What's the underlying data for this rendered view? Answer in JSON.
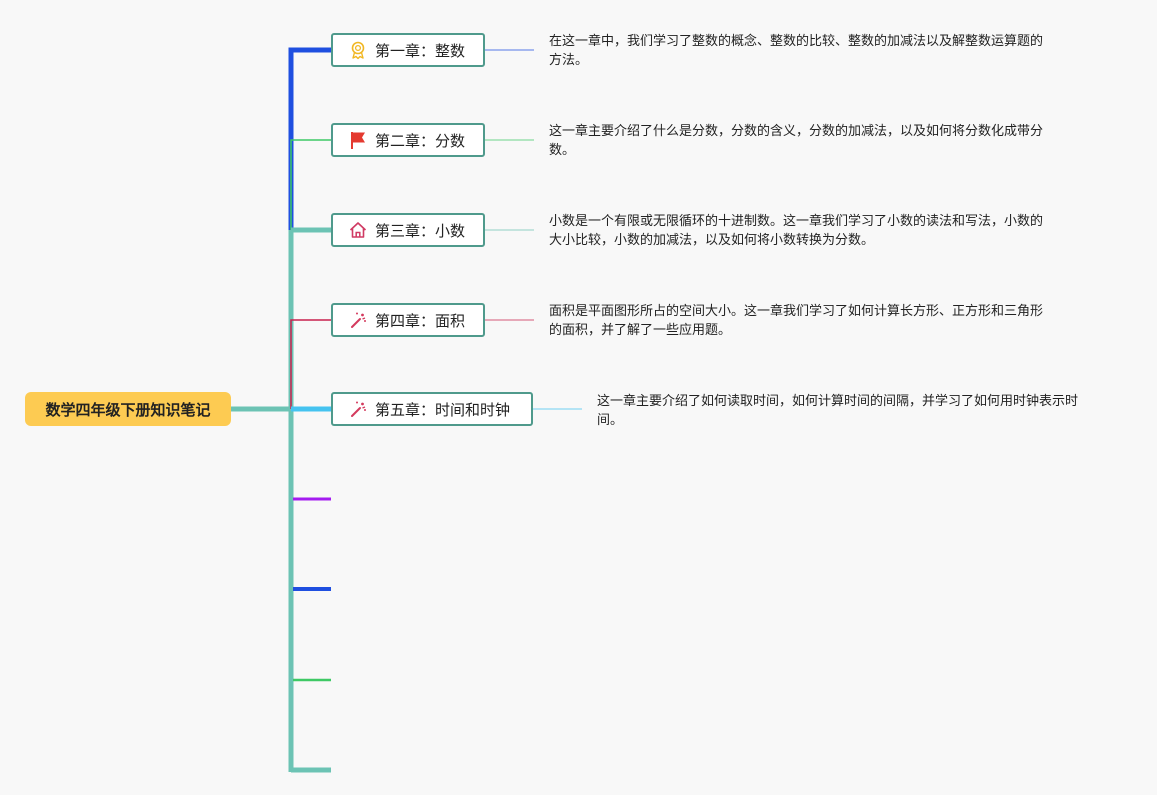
{
  "root": {
    "title": "数学四年级下册知识笔记"
  },
  "chapters": [
    {
      "label": "第一章：整数",
      "icon": "award-ribbon-icon",
      "note": "在这一章中，我们学习了整数的概念、整数的比较、整数的加减法以及解整数运算题的方法。"
    },
    {
      "label": "第二章：分数",
      "icon": "red-flag-icon",
      "note": "这一章主要介绍了什么是分数，分数的含义，分数的加减法，以及如何将分数化成带分数。"
    },
    {
      "label": "第三章：小数",
      "icon": "home-icon",
      "note": "小数是一个有限或无限循环的十进制数。这一章我们学习了小数的读法和写法，小数的大小比较，小数的加减法，以及如何将小数转换为分数。"
    },
    {
      "label": "第四章：面积",
      "icon": "magic-wand-icon",
      "note": "面积是平面图形所占的空间大小。这一章我们学习了如何计算长方形、正方形和三角形的面积，并了解了一些应用题。"
    },
    {
      "label": "第五章：时间和时钟",
      "icon": "magic-wand-icon",
      "note": "这一章主要介绍了如何读取时间，如何计算时间的间隔，并学习了如何用时钟表示时间。"
    }
  ],
  "colors": {
    "trunk": "#6cc3b4",
    "branches": [
      "#1f4fe0",
      "#3ec965",
      "#6cc3b4",
      "#c8214d",
      "#45c3f0"
    ],
    "empty_stubs": [
      "#a41cf0",
      "#1f4fe0",
      "#3ec965",
      "#6cc3b4"
    ],
    "node_border": "#4f9a8c",
    "root_fill": "#fdcb52"
  }
}
